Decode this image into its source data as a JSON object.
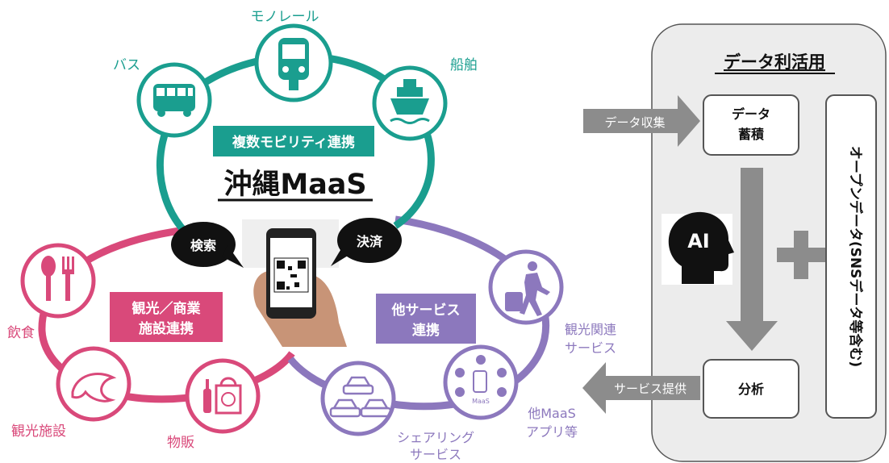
{
  "center": {
    "title": "沖縄MaaS",
    "band": "複数モビリティ連携"
  },
  "mobility": {
    "monorail": "モノレール",
    "bus": "バス",
    "ship": "船舶"
  },
  "bubbles": {
    "search": "検索",
    "payment": "決済"
  },
  "tourism": {
    "label_line1": "観光／商業",
    "label_line2": "施設連携",
    "food": "飲食",
    "facility": "観光施設",
    "goods": "物販"
  },
  "services": {
    "label_line1": "他サービス",
    "label_line2": "連携",
    "tourism_line1": "観光関連",
    "tourism_line2": "サービス",
    "other_line1": "他MaaS",
    "other_line2": "アプリ等",
    "share_line1": "シェアリング",
    "share_line2": "サービス",
    "maas_mini": "MaaS"
  },
  "data_panel": {
    "title": "データ利活用",
    "collect": "データ収集",
    "store_line1": "データ",
    "store_line2": "蓄積",
    "ai": "AI",
    "plus": "＋",
    "open_data": "オープンデータ(SNSデータ等含む)",
    "analysis": "分析",
    "provide": "サービス提供"
  },
  "colors": {
    "teal": "#1a9e8f",
    "pink": "#d9497a",
    "purple": "#8c78bd",
    "gray": "#808080",
    "panel": "#ececec"
  }
}
